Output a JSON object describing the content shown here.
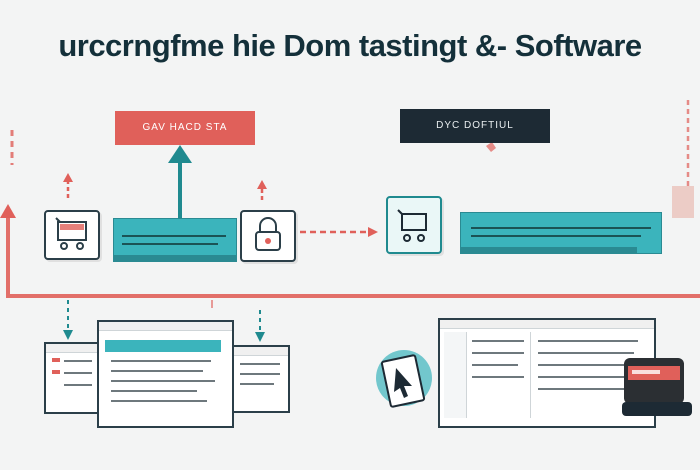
{
  "title": "urccrngfme hie Dom tastingt &- Software",
  "boxes": {
    "red_label": "GAV HACD STA",
    "dark_label": "DYC DOFTIUL"
  },
  "colors": {
    "red": "#e0605a",
    "teal": "#3bb4bc",
    "dark": "#1d2a34",
    "ink": "#1e4a57"
  },
  "icons": {
    "shopping-cart": "cart",
    "lock": "padlock",
    "pointer": "arrow"
  }
}
